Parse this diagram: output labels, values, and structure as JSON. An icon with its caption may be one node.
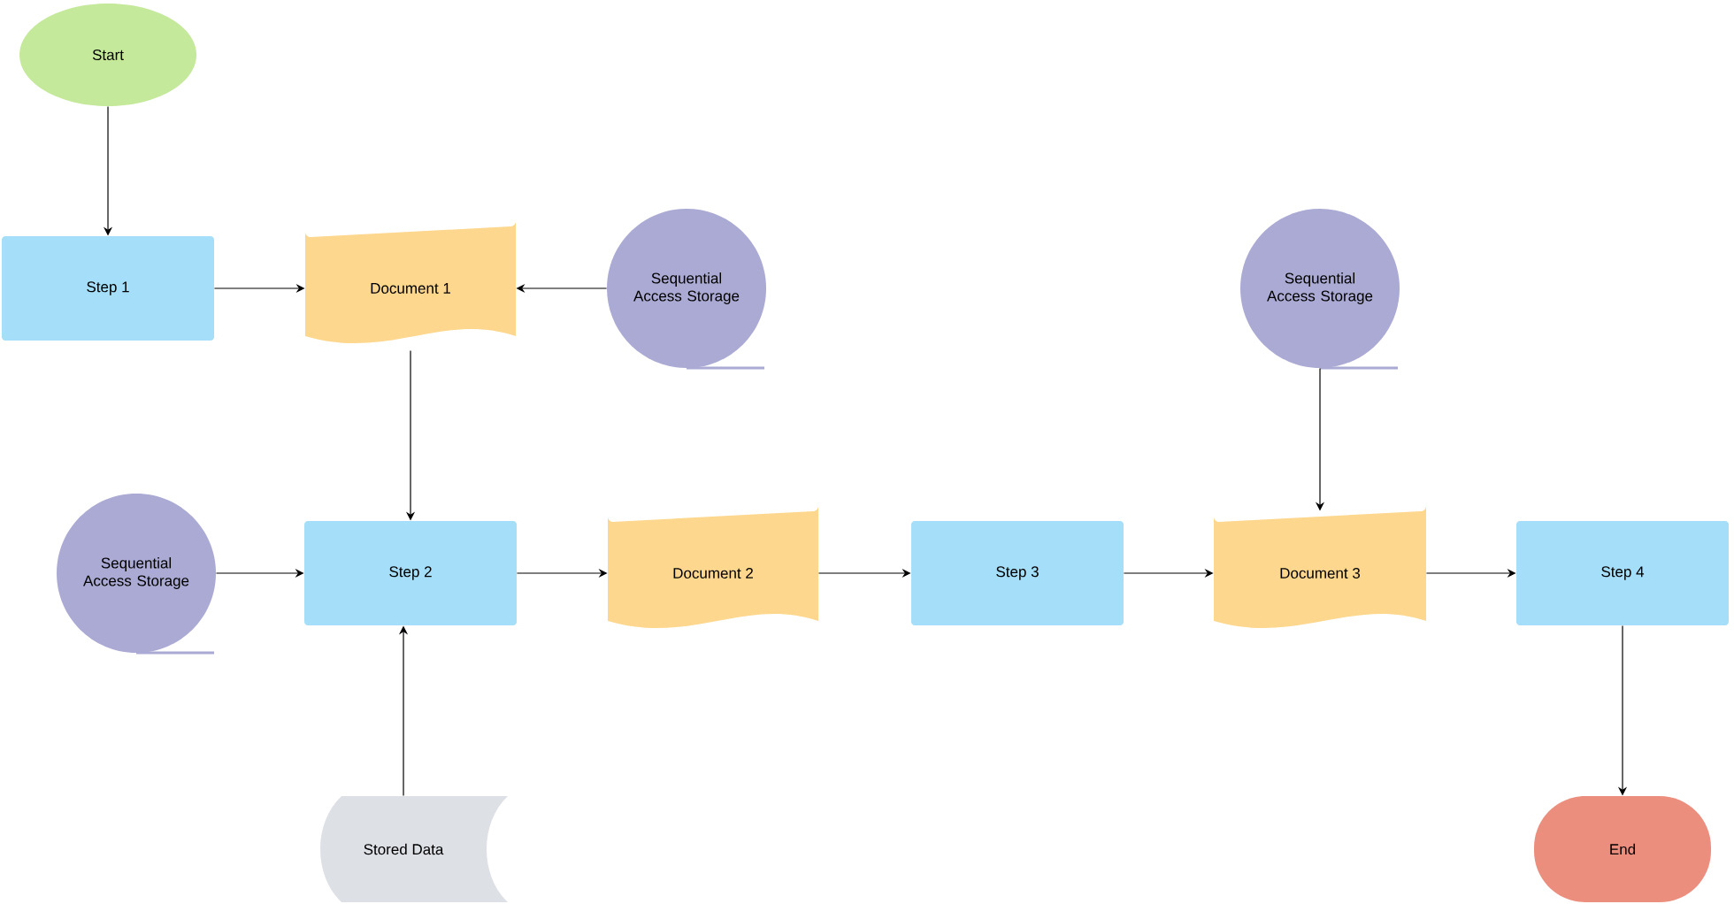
{
  "diagram": {
    "nodes": [
      {
        "text": [
          "Start"
        ]
      },
      {
        "text": [
          "Step 1"
        ]
      },
      {
        "text": [
          "Document 1"
        ]
      },
      {
        "text": [
          "Sequential Access Storage"
        ]
      },
      {
        "text": [
          "Sequential Access Storage"
        ]
      },
      {
        "text": [
          "Step 2"
        ]
      },
      {
        "text": [
          "Document  2"
        ]
      },
      {
        "text": [
          "Step 3"
        ]
      },
      {
        "text": [
          "Sequential Access Storage"
        ]
      },
      {
        "text": [
          "Document 3"
        ]
      },
      {
        "text": [
          "Step 4"
        ]
      },
      {
        "text": [
          "Stored Data"
        ]
      },
      {
        "text": [
          "End"
        ]
      }
    ],
    "edges": [
      {
        "from": 0,
        "to": 1,
        "arrow": "to"
      },
      {
        "from": 1,
        "to": 2,
        "arrow": "to"
      },
      {
        "from": 3,
        "to": 2,
        "arrow": "to"
      },
      {
        "from": 2,
        "to": 5,
        "arrow": "to"
      },
      {
        "from": 4,
        "to": 5,
        "arrow": "to"
      },
      {
        "from": 11,
        "to": 5,
        "arrow": "to"
      },
      {
        "from": 5,
        "to": 6,
        "arrow": "to"
      },
      {
        "from": 6,
        "to": 7,
        "arrow": "to"
      },
      {
        "from": 7,
        "to": 9,
        "arrow": "to"
      },
      {
        "from": 8,
        "to": 9,
        "arrow": "to"
      },
      {
        "from": 9,
        "to": 10,
        "arrow": "to"
      },
      {
        "from": 10,
        "to": 12,
        "arrow": "to"
      }
    ]
  }
}
